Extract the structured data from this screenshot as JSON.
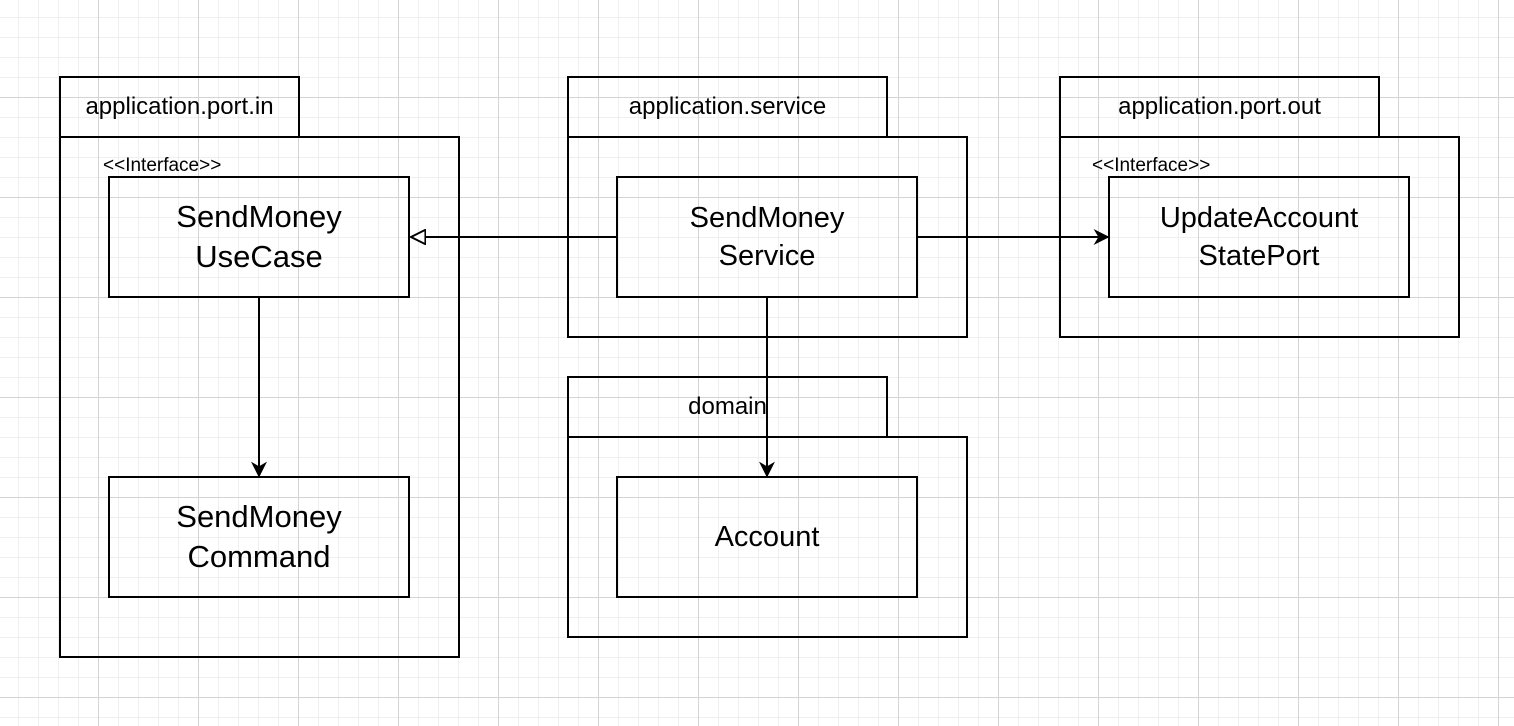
{
  "packages": {
    "port_in": {
      "name": "application.port.in"
    },
    "service": {
      "name": "application.service"
    },
    "port_out": {
      "name": "application.port.out"
    },
    "domain": {
      "name": "domain"
    }
  },
  "classes": {
    "send_money_use_case": {
      "label": "SendMoney\nUseCase",
      "stereotype": "<<Interface>>"
    },
    "send_money_command": {
      "label": "SendMoney\nCommand"
    },
    "send_money_service": {
      "label": "SendMoney\nService"
    },
    "update_account_state_port": {
      "label": "UpdateAccount\nStatePort",
      "stereotype": "<<Interface>>"
    },
    "account": {
      "label": "Account"
    }
  },
  "relations": [
    {
      "from": "send_money_service",
      "to": "send_money_use_case",
      "type": "realization"
    },
    {
      "from": "send_money_service",
      "to": "update_account_state_port",
      "type": "dependency"
    },
    {
      "from": "send_money_use_case",
      "to": "send_money_command",
      "type": "dependency"
    },
    {
      "from": "send_money_service",
      "to": "account",
      "type": "dependency"
    }
  ],
  "colors": {
    "stroke": "#000000",
    "background": "#ffffff",
    "grid": "#d4d4d4"
  }
}
